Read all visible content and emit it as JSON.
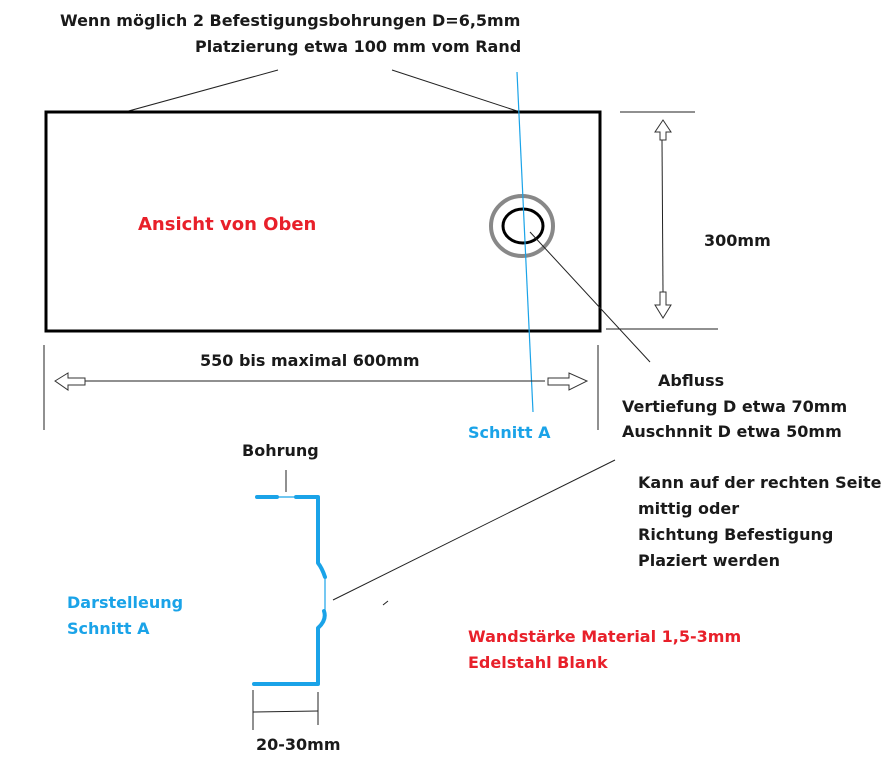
{
  "notes": {
    "mounting_line1": "Wenn möglich 2 Befestigungsbohrungen D=6,5mm",
    "mounting_line2": "Platzierung etwa 100 mm vom Rand",
    "top_view": "Ansicht von Oben",
    "height_dim": "300mm",
    "width_dim": "550 bis maximal 600mm",
    "section_label": "Schnitt A",
    "drain_title": "Abfluss",
    "drain_depression": "Vertiefung D etwa 70mm",
    "drain_cutout": "Auschnnit D etwa 50mm",
    "placement_line1": "Kann auf der rechten Seite",
    "placement_line2": "mittig oder",
    "placement_line3": "Richtung Befestigung",
    "placement_line4": "Plaziert werden",
    "hole_label": "Bohrung",
    "section_title_line1": "Darstelleung",
    "section_title_line2": "Schnitt A",
    "flange_dim": "20-30mm",
    "material_line1": "Wandstärke Material 1,5-3mm",
    "material_line2": "Edelstahl Blank"
  },
  "colors": {
    "red": "#e8202a",
    "blue": "#1aa3e8",
    "gray": "#888888"
  }
}
